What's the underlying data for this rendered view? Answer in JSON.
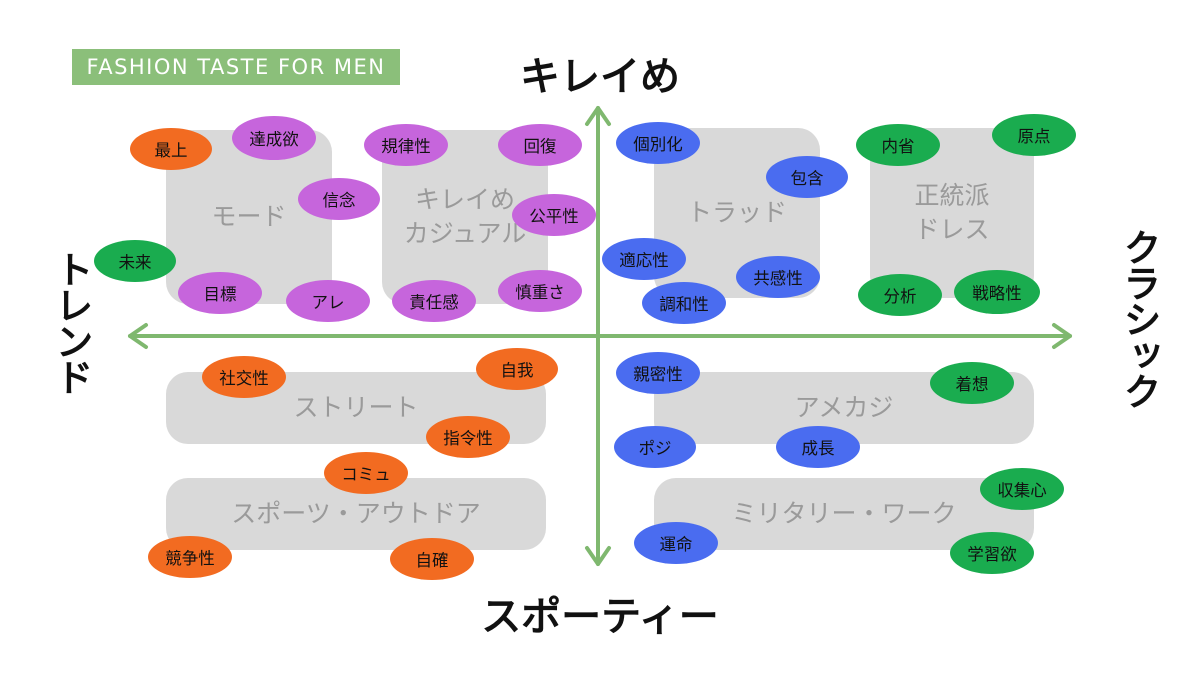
{
  "tag": "FASHION TASTE FOR MEN",
  "axes": {
    "top": "キレイめ",
    "bottom": "スポーティー",
    "left": "トレンド",
    "right": "クラシック"
  },
  "colors": {
    "axis": "#7fb86f",
    "box": "#d9d9d9",
    "orange": "#f26b21",
    "purple": "#c665dc",
    "green": "#1aac4f",
    "blue": "#4a6cf0"
  },
  "boxes": {
    "mode": "モード",
    "kireime_casual": "キレイめ\nカジュアル",
    "trad": "トラッド",
    "seitouha_dress": "正統派\nドレス",
    "street": "ストリート",
    "sports_outdoor": "スポーツ・アウトドア",
    "amekaji": "アメカジ",
    "military_work": "ミリタリー・ワーク"
  },
  "pills": {
    "saijou": "最上",
    "tasseiyoku": "達成欲",
    "shinnen": "信念",
    "mirai": "未来",
    "mokuhyou": "目標",
    "are": "アレ",
    "kiritsusei": "規律性",
    "kaifuku": "回復",
    "kouheisei": "公平性",
    "sekininkan": "責任感",
    "shinchousa": "慎重さ",
    "kobetsuka": "個別化",
    "houkatsu": "包含",
    "tekiousei": "適応性",
    "kyoukansei": "共感性",
    "chouwasei": "調和性",
    "naisei": "内省",
    "genten": "原点",
    "bunseki": "分析",
    "senryakusei": "戦略性",
    "shakousei": "社交性",
    "jiga": "自我",
    "shireisei": "指令性",
    "komyu": "コミュ",
    "kyousousei": "競争性",
    "jikaku": "自確",
    "shinmitsusei": "親密性",
    "chakusou": "着想",
    "poji": "ポジ",
    "seichou": "成長",
    "shuushuushin": "収集心",
    "unmei": "運命",
    "gakushuuyoku": "学習欲"
  }
}
